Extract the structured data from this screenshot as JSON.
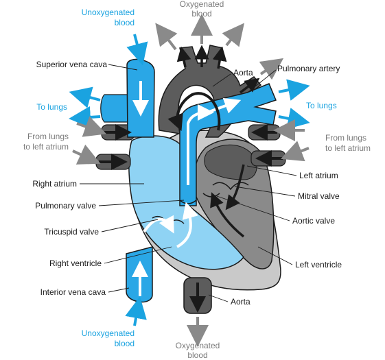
{
  "colors": {
    "blue_vessel": "#2aa7e6",
    "blue_chamber": "#8fd3f4",
    "grey_dark": "#5c5c5c",
    "grey_mid": "#8a8a8a",
    "grey_light": "#c9c9c9",
    "arrow_blue": "#1aa3e0",
    "arrow_grey": "#8a8a8a",
    "label_blue": "#1aa3e0",
    "label_grey": "#7a7a7a"
  },
  "labels": {
    "unoxygenated_top_1": "Unoxygenated",
    "unoxygenated_top_2": "blood",
    "oxygenated_top_1": "Oxygenated",
    "oxygenated_top_2": "blood",
    "superior_vena_cava": "Superior vena cava",
    "aorta_top": "Aorta",
    "pulmonary_artery": "Pulmonary artery",
    "to_lungs_left": "To lungs",
    "to_lungs_right": "To lungs",
    "from_lungs_left_1": "From lungs",
    "from_lungs_left_2": "to left atrium",
    "from_lungs_right_1": "From lungs",
    "from_lungs_right_2": "to left atrium",
    "right_atrium": "Right atrium",
    "left_atrium": "Left atrium",
    "pulmonary_valve": "Pulmonary valve",
    "mitral_valve": "Mitral valve",
    "tricuspid_valve": "Tricuspid valve",
    "aortic_valve": "Aortic valve",
    "right_ventricle": "Right ventricle",
    "left_ventricle": "Left ventricle",
    "inferior_vena_cava": "Interior vena cava",
    "aorta_bottom": "Aorta",
    "unoxygenated_bottom_1": "Unoxygenated",
    "unoxygenated_bottom_2": "blood",
    "oxygenated_bottom_1": "Oxygenated",
    "oxygenated_bottom_2": "blood"
  }
}
